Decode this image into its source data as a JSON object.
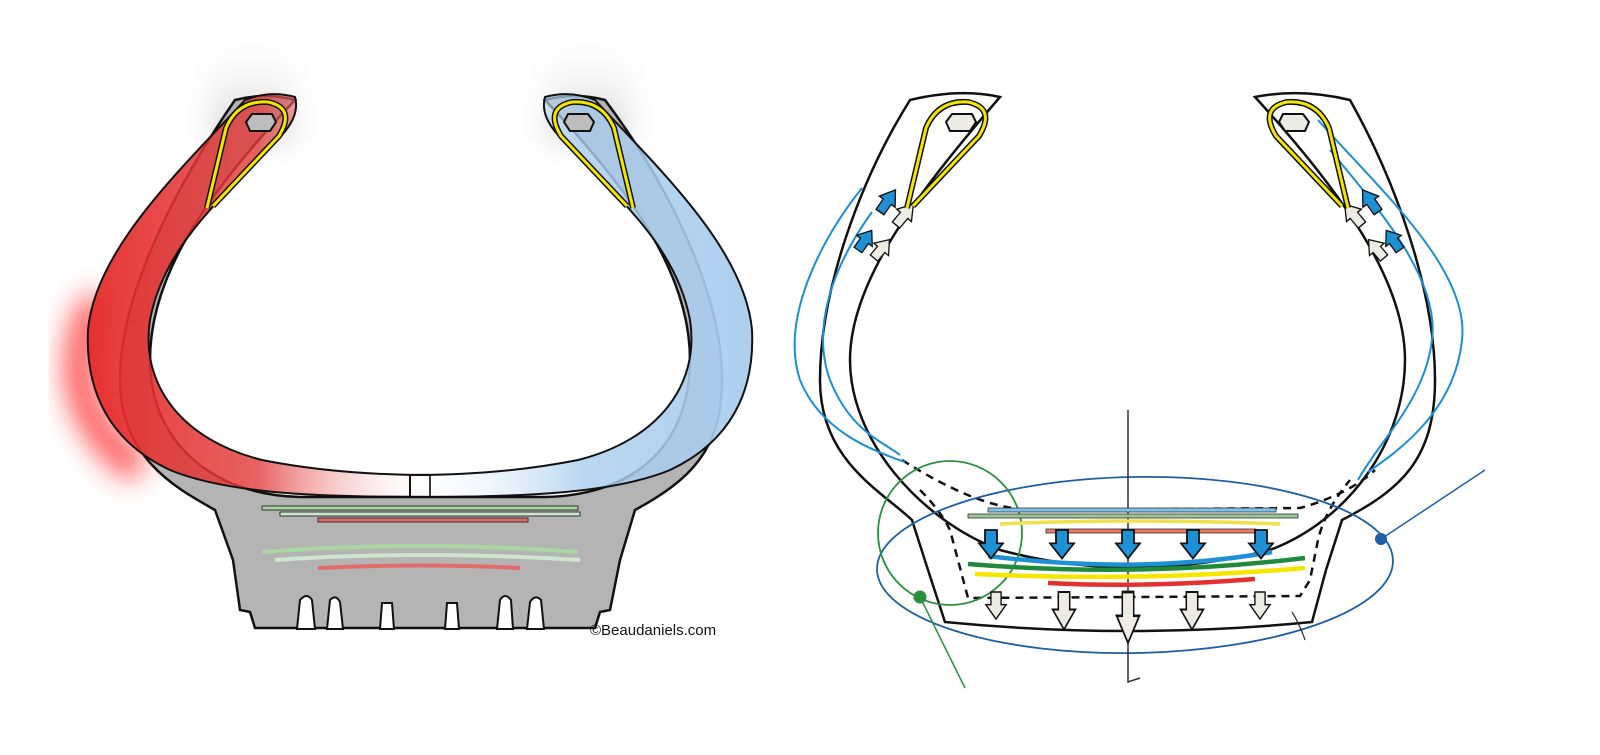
{
  "watermark": "©Beaudaniels.com",
  "figures": {
    "left": {
      "subject": "tire-cross-section-deformed-casing"
    },
    "right": {
      "subject": "tire-cross-section-force-diagram"
    }
  },
  "colors": {
    "tire_gray": "#b4b4b4",
    "casing_red": "#e62b2b",
    "casing_blue": "#a9cdee",
    "bead_yellow": "#f5e600",
    "arrow_blue": "#1e90d6",
    "arrow_white": "#ecebe4",
    "ellipse_blue": "#1b5fa6",
    "circle_green": "#2a8f3e"
  }
}
